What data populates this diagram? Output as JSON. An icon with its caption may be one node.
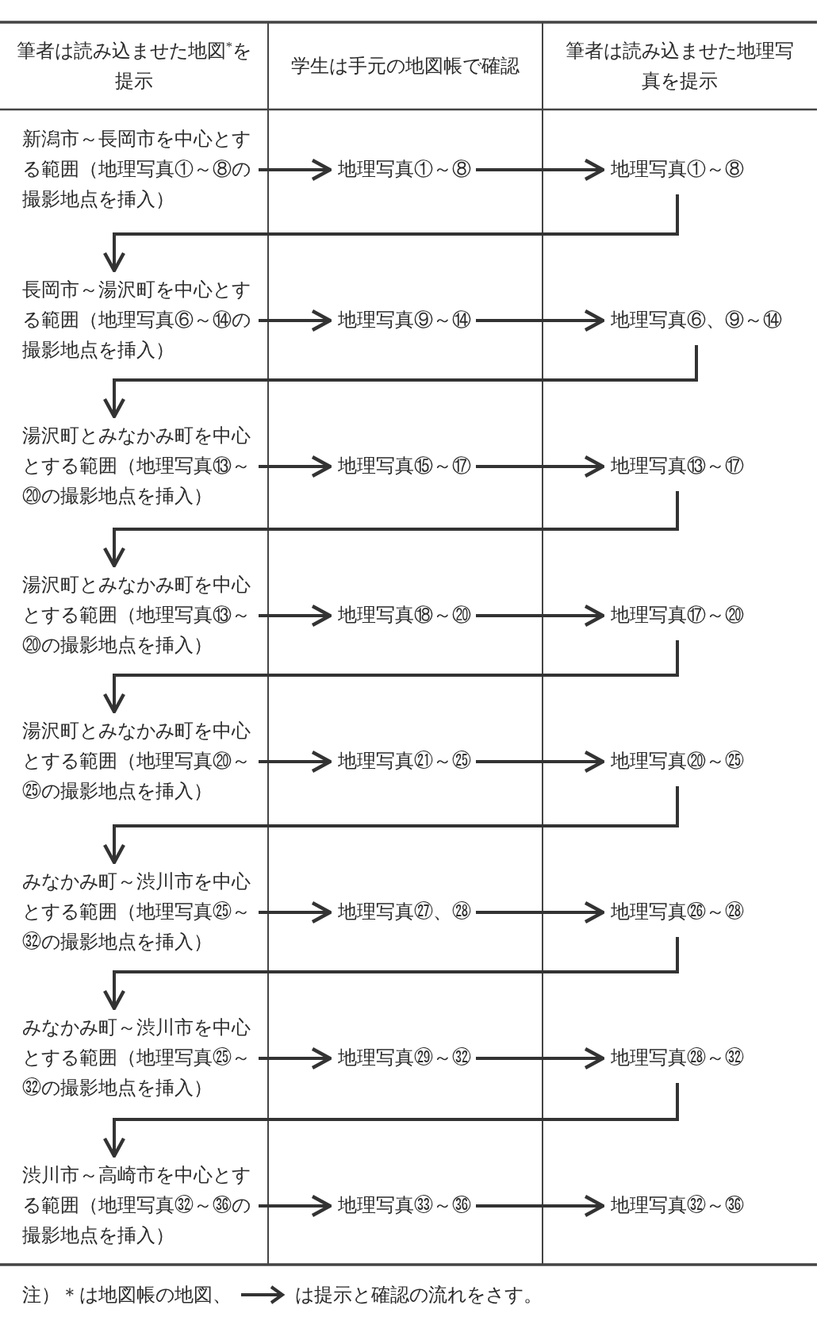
{
  "diagram": {
    "nodes": [
      {
        "text": [
          "新潟市～長岡市を中心とする範囲（地理写真①～⑧の撮影地点を挿入）"
        ]
      },
      {
        "text": [
          "地理写真①～⑧"
        ]
      },
      {
        "text": [
          "地理写真①～⑧"
        ]
      },
      {
        "text": [
          "長岡市～湯沢町を中心とする範囲（地理写真⑥～⑭の撮影地点を挿入）"
        ]
      },
      {
        "text": [
          "地理写真⑨～⑭"
        ]
      },
      {
        "text": [
          "地理写真⑥、⑨～⑭"
        ]
      },
      {
        "text": [
          "湯沢町とみなかみ町を中心とする範囲（地理写真⑬～⑳の撮影地点を挿入）"
        ]
      },
      {
        "text": [
          "地理写真⑮～⑰"
        ]
      },
      {
        "text": [
          "地理写真⑬～⑰"
        ]
      },
      {
        "text": [
          "湯沢町とみなかみ町を中心とする範囲（地理写真⑬～⑳の撮影地点を挿入）"
        ]
      },
      {
        "text": [
          "地理写真⑱～⑳"
        ]
      },
      {
        "text": [
          "地理写真⑰～⑳"
        ]
      },
      {
        "text": [
          "湯沢町とみなかみ町を中心とする範囲（地理写真⑳～㉕の撮影地点を挿入）"
        ]
      },
      {
        "text": [
          "地理写真㉑～㉕"
        ]
      },
      {
        "text": [
          "地理写真⑳～㉕"
        ]
      },
      {
        "text": [
          "みなかみ町～渋川市を中心とする範囲（地理写真㉕～㉜の撮影地点を挿入）"
        ]
      },
      {
        "text": [
          "地理写真㉗、㉘"
        ]
      },
      {
        "text": [
          "地理写真㉖～㉘"
        ]
      },
      {
        "text": [
          "みなかみ町～渋川市を中心とする範囲（地理写真㉕～㉜の撮影地点を挿入）"
        ]
      },
      {
        "text": [
          "地理写真㉙～㉜"
        ]
      },
      {
        "text": [
          "地理写真㉘～㉜"
        ]
      },
      {
        "text": [
          "渋川市～高崎市を中心とする範囲（地理写真㉜～㊱の撮影地点を挿入）"
        ]
      },
      {
        "text": [
          "地理写真㉝～㊱"
        ]
      },
      {
        "text": [
          "地理写真㉜～㊱"
        ]
      }
    ],
    "edges": [
      {
        "from": 0,
        "to": 1,
        "arrow": "to"
      },
      {
        "from": 1,
        "to": 2,
        "arrow": "to"
      },
      {
        "from": 2,
        "to": 3,
        "arrow": "to"
      },
      {
        "from": 3,
        "to": 4,
        "arrow": "to"
      },
      {
        "from": 4,
        "to": 5,
        "arrow": "to"
      },
      {
        "from": 5,
        "to": 6,
        "arrow": "to"
      },
      {
        "from": 6,
        "to": 7,
        "arrow": "to"
      },
      {
        "from": 7,
        "to": 8,
        "arrow": "to"
      },
      {
        "from": 8,
        "to": 9,
        "arrow": "to"
      },
      {
        "from": 9,
        "to": 10,
        "arrow": "to"
      },
      {
        "from": 10,
        "to": 11,
        "arrow": "to"
      },
      {
        "from": 11,
        "to": 12,
        "arrow": "to"
      },
      {
        "from": 12,
        "to": 13,
        "arrow": "to"
      },
      {
        "from": 13,
        "to": 14,
        "arrow": "to"
      },
      {
        "from": 14,
        "to": 15,
        "arrow": "to"
      },
      {
        "from": 15,
        "to": 16,
        "arrow": "to"
      },
      {
        "from": 16,
        "to": 17,
        "arrow": "to"
      },
      {
        "from": 17,
        "to": 18,
        "arrow": "to"
      },
      {
        "from": 18,
        "to": 19,
        "arrow": "to"
      },
      {
        "from": 19,
        "to": 20,
        "arrow": "to"
      },
      {
        "from": 20,
        "to": 21,
        "arrow": "to"
      },
      {
        "from": 21,
        "to": 22,
        "arrow": "to"
      },
      {
        "from": 22,
        "to": 23,
        "arrow": "to"
      }
    ],
    "labels": [
      "筆者は読み込ませた地図$^{*}$を提示",
      "学生は手元の地図帳で確認",
      "筆者は読み込ませた地理写真を提示",
      "注）＊は地図帳の地図、"
    ],
    "legend": [
      {
        "text": "は提示と確認の流れをさす。"
      }
    ]
  }
}
